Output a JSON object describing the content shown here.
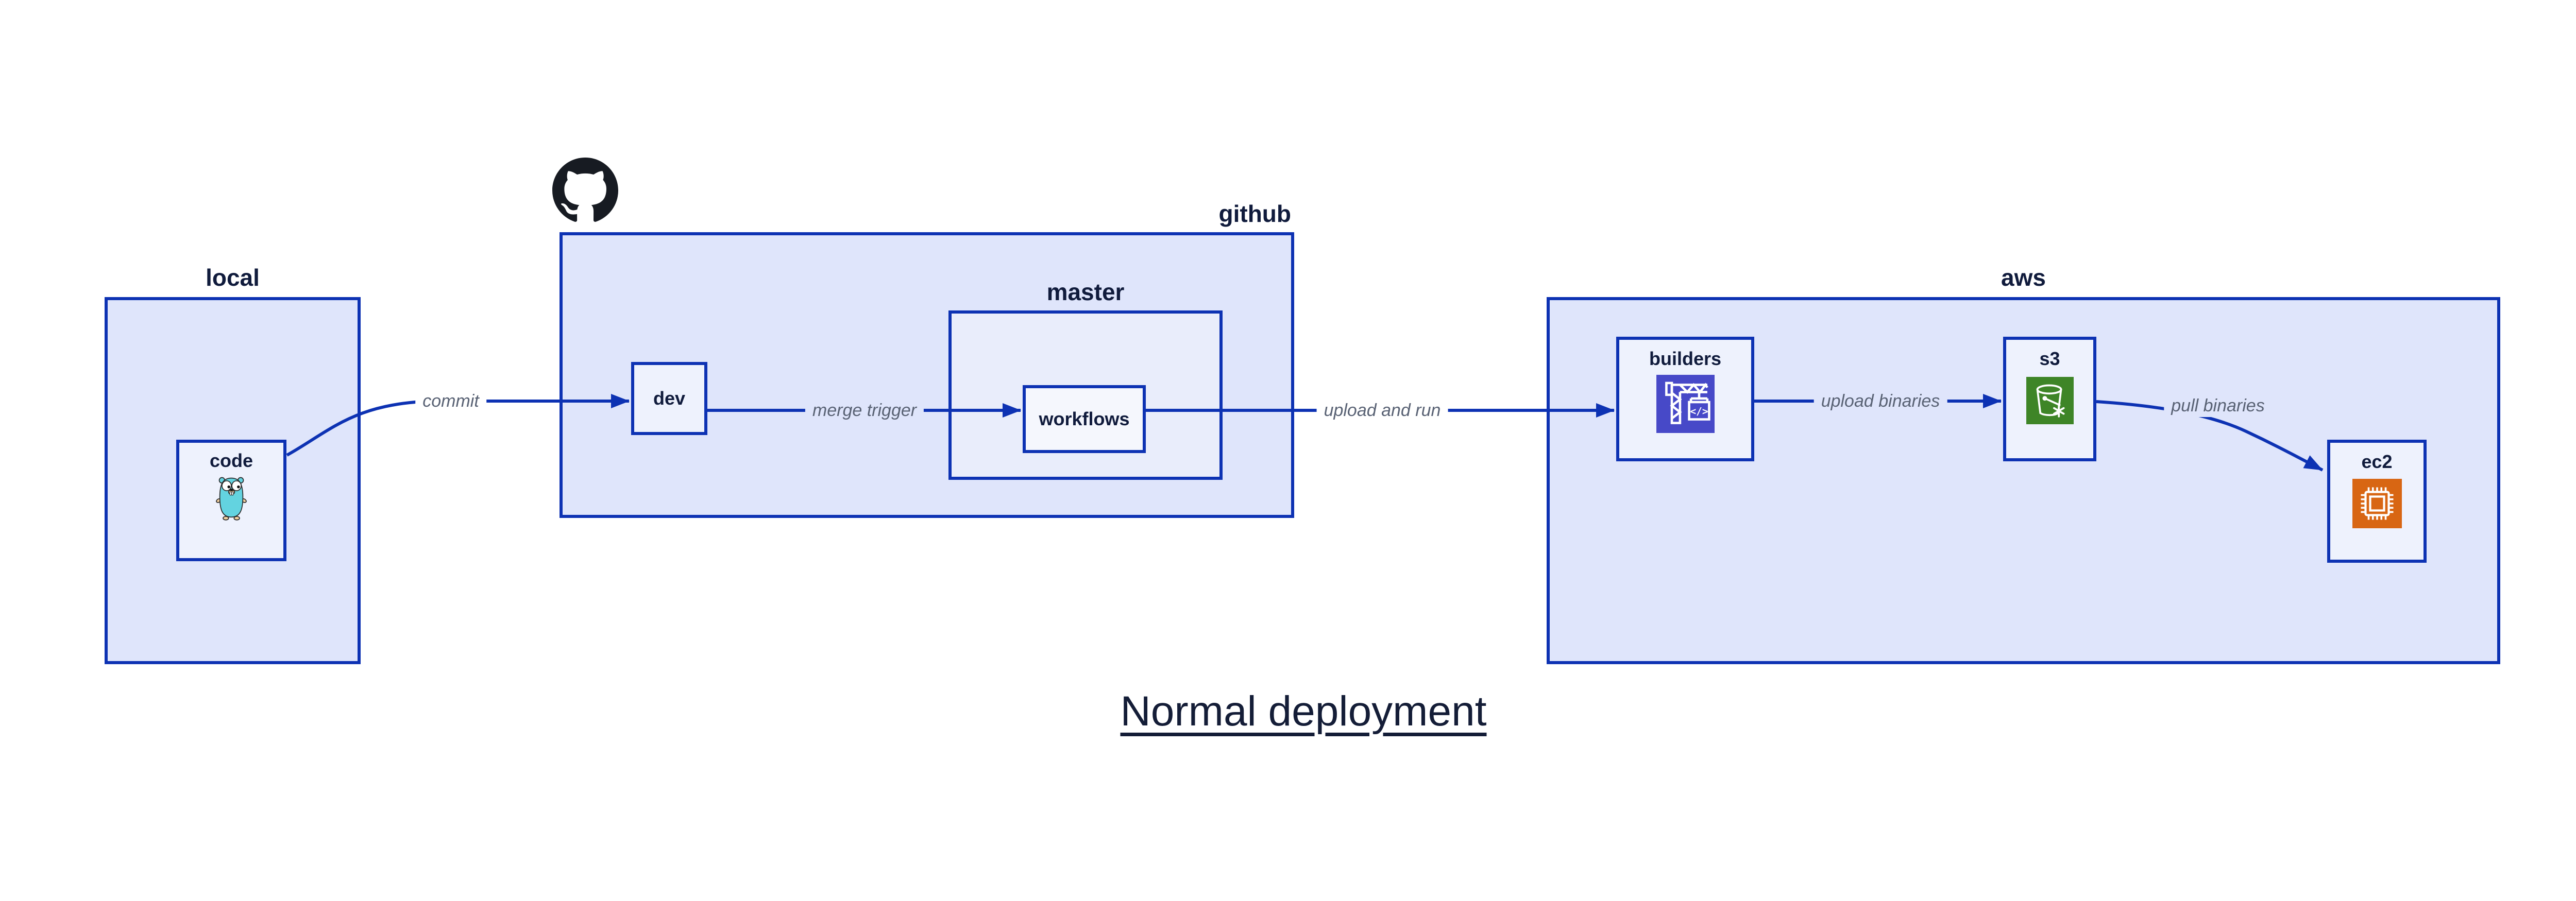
{
  "title": {
    "text": "Normal deployment"
  },
  "containers": {
    "local": {
      "label": "local"
    },
    "github": {
      "label": "github"
    },
    "master": {
      "label": "master"
    },
    "aws": {
      "label": "aws"
    }
  },
  "nodes": {
    "code": {
      "label": "code"
    },
    "dev": {
      "label": "dev"
    },
    "workflows": {
      "label": "workflows"
    },
    "builders": {
      "label": "builders"
    },
    "s3": {
      "label": "s3"
    },
    "ec2": {
      "label": "ec2"
    }
  },
  "edges": [
    {
      "from": "code",
      "to": "dev",
      "label": "commit"
    },
    {
      "from": "dev",
      "to": "workflows",
      "label": "merge trigger"
    },
    {
      "from": "workflows",
      "to": "builders",
      "label": "upload and run"
    },
    {
      "from": "builders",
      "to": "s3",
      "label": "upload binaries"
    },
    {
      "from": "s3",
      "to": "ec2",
      "label": "pull binaries"
    }
  ],
  "icons": {
    "octocat": "github-octocat-icon",
    "gopher": "go-gopher-icon",
    "builders": "aws-codebuild-crane-icon",
    "s3": "s3-glacier-bucket-icon",
    "ec2": "ec2-chip-icon"
  },
  "colors": {
    "edge_blue": "#0d32b3",
    "container_fill": "#dfe5fb",
    "nested_container_fill": "#e9edfb",
    "node_fill": "#eef2fd",
    "nested_node_fill": "#f5f7fd",
    "label_navy": "#101b3c",
    "edge_label_gray": "#596274",
    "octocat_black": "#171b22",
    "gopher_teal": "#63d3e0",
    "codebuild_indigo": "#4749c8",
    "s3_green": "#3e8527",
    "ec2_orange": "#d86613"
  }
}
